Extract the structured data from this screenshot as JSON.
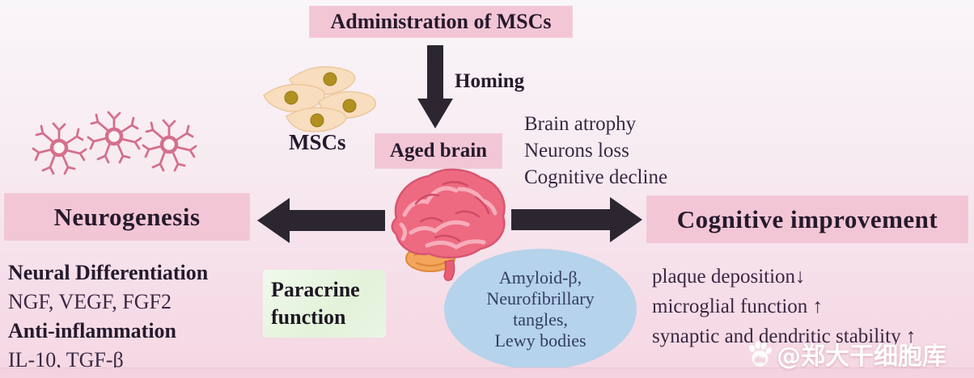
{
  "header": {
    "administration_label": "Administration of MSCs",
    "homing_label": "Homing"
  },
  "mscs": {
    "label": "MSCs"
  },
  "aged_brain": {
    "label": "Aged brain",
    "effects": [
      "Brain atrophy",
      "Neurons loss",
      "Cognitive decline"
    ]
  },
  "neurogenesis": {
    "title": "Neurogenesis",
    "details": [
      "Neural Differentiation",
      "NGF, VEGF, FGF2",
      "Anti-inflammation",
      "IL-10, TGF-β"
    ]
  },
  "paracrine": {
    "line1": "Paracrine",
    "line2": "function"
  },
  "pathology": {
    "lines": [
      "Amyloid-β,",
      "Neurofibrillary",
      "tangles,",
      "Lewy bodies"
    ]
  },
  "cognitive": {
    "title": "Cognitive improvement",
    "effects": [
      "plaque deposition↓",
      "microglial function ↑",
      "synaptic and dendritic stability ↑"
    ]
  },
  "watermark": {
    "text": "@郑大干细胞库"
  },
  "icons": {
    "down_arrow": "down-arrow-icon",
    "left_arrow": "left-arrow-icon",
    "right_arrow": "right-arrow-icon",
    "paw_logo": "paw-logo-icon"
  },
  "colors": {
    "box_pink": "#f3c6d6",
    "green_box": "#e3f2da",
    "ellipse_blue": "#b5d3ea",
    "arrow_black": "#2b2630",
    "brain_pink": "#ed6a80",
    "cerebellum_orange": "#f3a65b",
    "msc_cell": "#f8ddbe",
    "neuron_rose": "#d4708c"
  }
}
